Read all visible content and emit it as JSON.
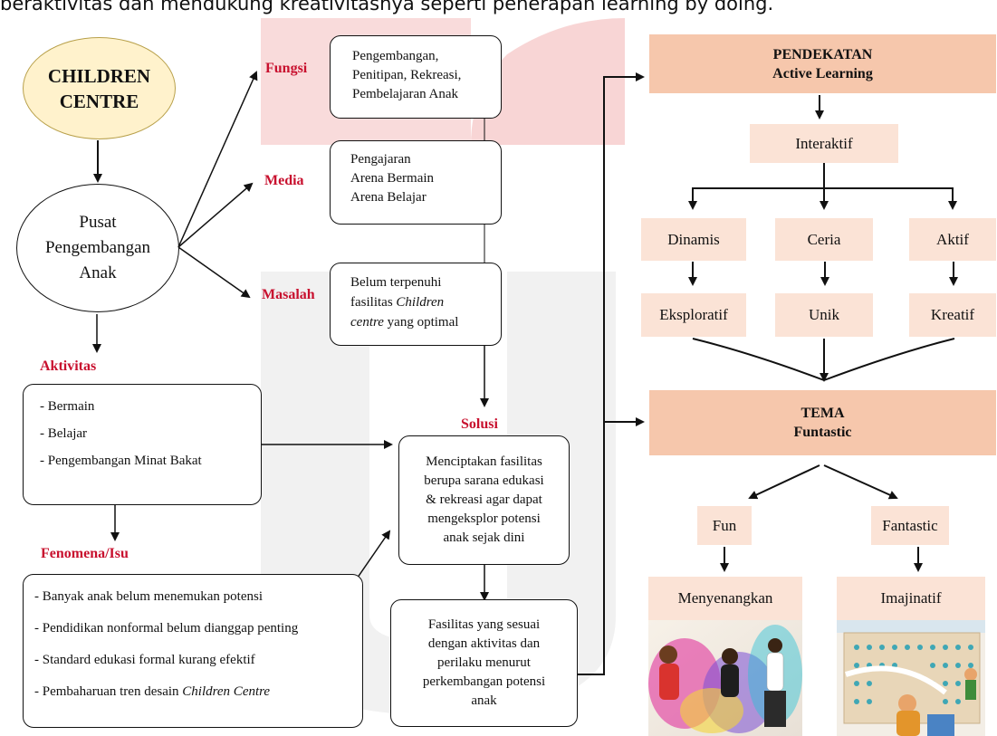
{
  "header_text": "beraktivitas dan mendukung kreativitasnya seperti penerapan learning by doing.",
  "left": {
    "children_centre": [
      "CHILDREN",
      "CENTRE"
    ],
    "pusat": [
      "Pusat",
      "Pengembangan",
      "Anak"
    ],
    "aktivitas_label": "Aktivitas",
    "aktivitas_items": [
      "- Bermain",
      "- Belajar",
      "- Pengembangan Minat Bakat"
    ],
    "fenomena_label": "Fenomena/Isu",
    "fenomena_items": [
      "- Banyak anak belum menemukan potensi",
      "- Pendidikan nonformal belum dianggap penting",
      "- Standard edukasi formal kurang efektif",
      "- Pembaharuan tren desain "
    ],
    "fenomena_italic": "Children Centre"
  },
  "middle": {
    "fungsi_label": "Fungsi",
    "media_label": "Media",
    "masalah_label": "Masalah",
    "solusi_label": "Solusi",
    "fungsi_lines": [
      "Pengembangan,",
      "Penitipan, Rekreasi,",
      "Pembelajaran Anak"
    ],
    "media_lines": [
      "Pengajaran",
      "Arena Bermain",
      "Arena Belajar"
    ],
    "masalah_line1": "Belum terpenuhi",
    "masalah_line2_a": "fasilitas ",
    "masalah_line2_b": "Children",
    "masalah_line3_a": "centre",
    "masalah_line3_b": " yang optimal",
    "solusi_lines": [
      "Menciptakan fasilitas",
      "berupa sarana edukasi",
      "& rekreasi agar dapat",
      "mengeksplor potensi",
      "anak sejak dini"
    ],
    "fasilitas_lines": [
      "Fasilitas yang sesuai",
      "dengan aktivitas dan",
      "perilaku menurut",
      "perkembangan potensi",
      "anak"
    ]
  },
  "right": {
    "pendekatan_title": "PENDEKATAN",
    "pendekatan_sub": "Active Learning",
    "interaktif": "Interaktif",
    "dinamis": "Dinamis",
    "ceria": "Ceria",
    "aktif": "Aktif",
    "eksploratif": "Eksploratif",
    "unik": "Unik",
    "kreatif": "Kreatif",
    "tema_title": "TEMA",
    "tema_sub": "Funtastic",
    "fun": "Fun",
    "fantastic": "Fantastic",
    "menyenangkan": "Menyenangkan",
    "imajinatif": "Imajinatif"
  }
}
